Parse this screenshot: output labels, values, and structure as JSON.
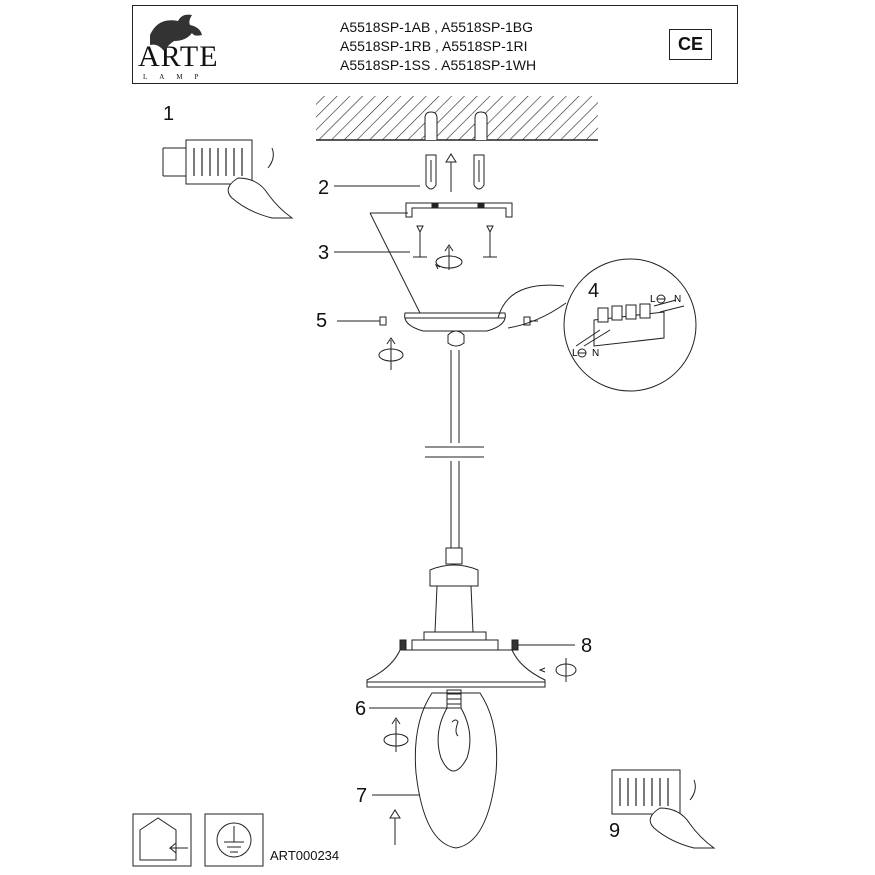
{
  "header": {
    "brand": "ARTE",
    "brand_sub": "LAMP",
    "models": [
      "A5518SP-1AB , A5518SP-1BG",
      "A5518SP-1RB , A5518SP-1RI",
      "A5518SP-1SS . A5518SP-1WH"
    ],
    "certification": "CE"
  },
  "steps": [
    "1",
    "2",
    "3",
    "4",
    "5",
    "6",
    "7",
    "8",
    "9"
  ],
  "terminal_labels": {
    "live": "L",
    "neutral": "N"
  },
  "article_code": "ART000234"
}
